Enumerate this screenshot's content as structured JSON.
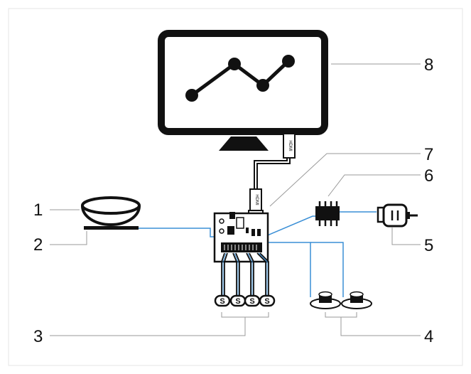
{
  "colors": {
    "line": "#111111",
    "leader": "#9a9a9a",
    "wire": "#3a8fd6",
    "frame": "#e6e6e6"
  },
  "callouts": {
    "c1": "1",
    "c2": "2",
    "c3": "3",
    "c4": "4",
    "c5": "5",
    "c6": "6",
    "c7": "7",
    "c8": "8"
  },
  "labels": {
    "hdmi": "HDMI",
    "sensor": "S"
  },
  "components": {
    "monitor": "monitor-with-line-graph",
    "bowl": "bowl",
    "scale": "scale-plate",
    "sensors": 4,
    "buttons": 2,
    "motor": "dc-motor",
    "driver": "driver-chip",
    "board": "microcontroller-board"
  }
}
